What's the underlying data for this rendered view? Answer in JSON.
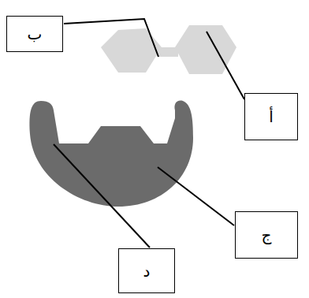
{
  "diagram": {
    "nodes": [
      {
        "text": [
          "ب"
        ]
      },
      {
        "text": [
          "أ"
        ]
      },
      {
        "text": [
          "ج"
        ]
      },
      {
        "text": [
          "د"
        ]
      }
    ]
  }
}
